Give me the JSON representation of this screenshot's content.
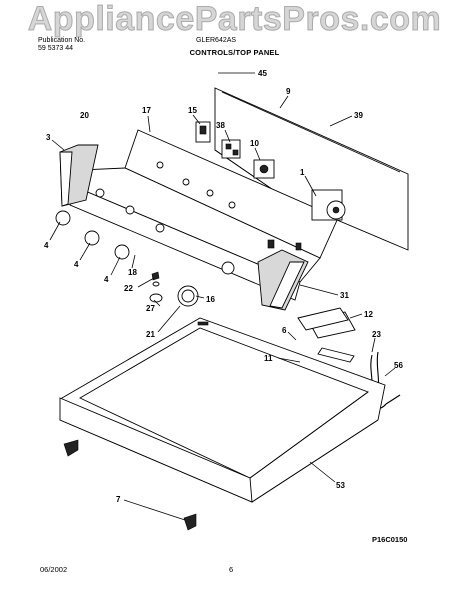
{
  "header": {
    "left_lines": [
      "Publication No.",
      "59 5373 44"
    ],
    "right_text": "GLER642AS",
    "section_title": "CONTROLS/TOP PANEL"
  },
  "watermark": "AppliancePartsPros.com",
  "footer": {
    "date": "06/2002",
    "page": "6",
    "drawing_code": "P16C0150"
  },
  "callouts": {
    "c45": "45",
    "c9": "9",
    "c39": "39",
    "c20": "20",
    "c17": "17",
    "c15": "15",
    "c38": "38",
    "c10": "10",
    "c3": "3",
    "c1": "1",
    "c4a": "4",
    "c4b": "4",
    "c4c": "4",
    "c18": "18",
    "c22": "22",
    "c27": "27",
    "c16": "16",
    "c21": "21",
    "c31": "31",
    "c12": "12",
    "c6": "6",
    "c23": "23",
    "c11": "11",
    "c56": "56",
    "c53": "53",
    "c7": "7"
  }
}
